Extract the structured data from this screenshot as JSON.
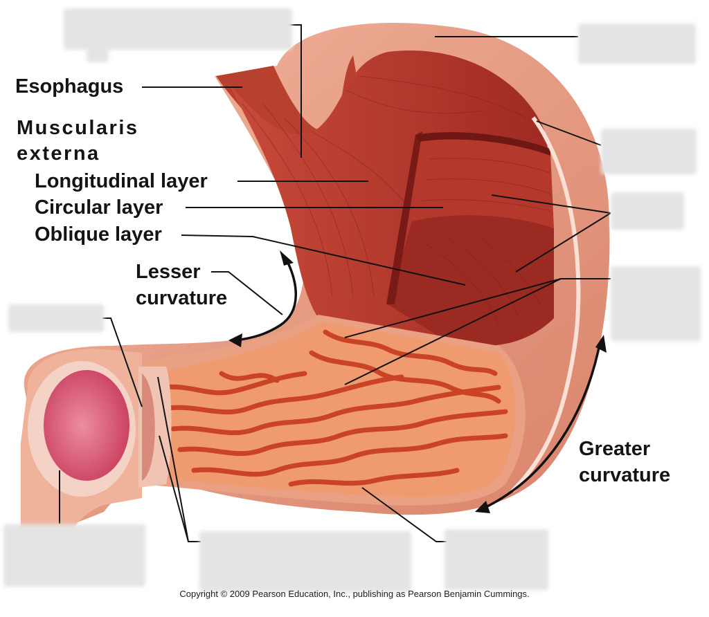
{
  "labels": {
    "esophagus": "Esophagus",
    "muscularis_line1": "Muscularis",
    "muscularis_line2": "externa",
    "longitudinal": "Longitudinal layer",
    "circular": "Circular layer",
    "oblique": "Oblique layer",
    "lesser_line1": "Lesser",
    "lesser_line2": "curvature",
    "greater_line1": "Greater",
    "greater_line2": "curvature"
  },
  "copyright": "Copyright © 2009 Pearson Education, Inc., publishing as Pearson Benjamin Cummings.",
  "colors": {
    "muscle": "#c23a2c",
    "muscle_dark": "#8f1f1a",
    "serosa": "#eaa48c",
    "mucosa": "#e27a55",
    "rugae": "#c9361d",
    "pylorus": "#d44a6a",
    "leader": "#111111",
    "blank": "#e4e4e4"
  }
}
